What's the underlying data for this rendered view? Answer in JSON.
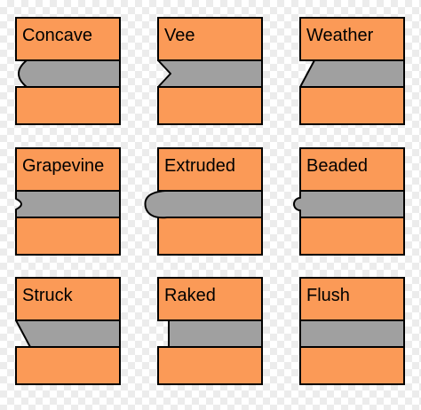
{
  "colors": {
    "brick": "#fb9a57",
    "mortar": "#a0a0a0",
    "outline": "#000000"
  },
  "joints": [
    {
      "label": "Concave",
      "profile": "concave"
    },
    {
      "label": "Vee",
      "profile": "vee"
    },
    {
      "label": "Weather",
      "profile": "weather"
    },
    {
      "label": "Grapevine",
      "profile": "grapevine"
    },
    {
      "label": "Extruded",
      "profile": "extruded"
    },
    {
      "label": "Beaded",
      "profile": "beaded"
    },
    {
      "label": "Struck",
      "profile": "struck"
    },
    {
      "label": "Raked",
      "profile": "raked"
    },
    {
      "label": "Flush",
      "profile": "flush"
    }
  ]
}
